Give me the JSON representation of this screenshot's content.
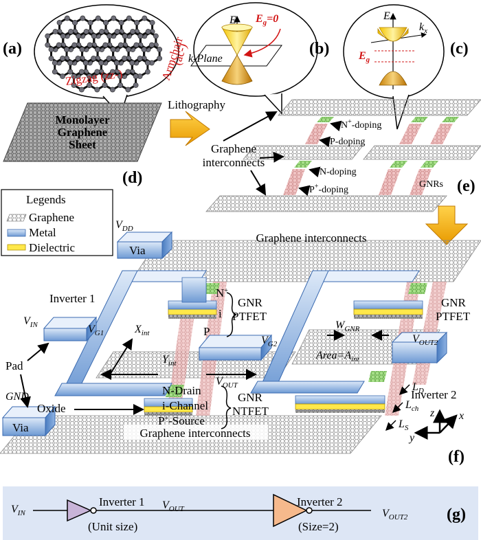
{
  "panels": {
    "a": "(a)",
    "b": "(b)",
    "c": "(c)",
    "d": "(d)",
    "e": "(e)",
    "f": "(f)",
    "g": "(g)"
  },
  "panel_a": {
    "armchair": "Armchair",
    "armchair_abbr": "(ac-)",
    "zigzag": "Zigzag (zz-)",
    "sheet_line1": "Monolayer",
    "sheet_line2": "Graphene",
    "sheet_line3": "Sheet"
  },
  "panel_b": {
    "energy": "E",
    "gap": "E",
    "gap_sub": "g",
    "gap_val": "=0",
    "plane": "k-Plane"
  },
  "panel_c": {
    "energy": "E",
    "kx": "k",
    "kx_sub": "x",
    "gap": "E",
    "gap_sub": "g"
  },
  "panel_d": {
    "lithography": "Lithography",
    "interconnects_line1": "Graphene",
    "interconnects_line2": "interconnects",
    "n_plus": "N",
    "n_plus_sup": "+",
    "n_plus_rest": "-doping",
    "p_doping": "P-doping",
    "n_doping": "N-doping",
    "p_plus": "P",
    "p_plus_sup": "+",
    "p_plus_rest": "-doping",
    "gnrs": "GNRs"
  },
  "legend": {
    "title": "Legends",
    "graphene": "Graphene",
    "metal": "Metal",
    "dielectric": "Dielectric"
  },
  "panel_f": {
    "vdd": "V",
    "vdd_sub": "DD",
    "via_top": "Via",
    "via_bottom": "Via",
    "graphene_top": "Graphene interconnects",
    "graphene_bottom": "Graphene interconnects",
    "inverter1": "Inverter 1",
    "inverter2": "Inverter 2",
    "vin": "V",
    "vin_sub": "IN",
    "vg1": "V",
    "vg1_sub": "G1",
    "vg2": "V",
    "vg2_sub": "G2",
    "xint": "X",
    "xint_sub": "int",
    "yint": "Y",
    "yint_sub": "int",
    "vout": "V",
    "vout_sub": "OUT",
    "vout2": "V",
    "vout2_sub": "OUT2",
    "wgnr": "W",
    "wgnr_sub": "GNR",
    "area": "Area=A",
    "area_sub": "int",
    "pad": "Pad",
    "gnd": "GND",
    "oxide": "Oxide",
    "nplus": "N",
    "nplus_sup": "+",
    "i": "i",
    "p": "P",
    "gnr_ptfet_line1": "GNR",
    "gnr_ptfet_line2": "PTFET",
    "gnr_ptfet2_line1": "GNR",
    "gnr_ptfet2_line2": "PTFET",
    "ndrain": "N-Drain",
    "ichannel": "i-Channel",
    "psource": "P",
    "psource_sup": "+",
    "psource_rest": "-Source",
    "gnr_ntfet_line1": "GNR",
    "gnr_ntfet_line2": "NTFET",
    "ld": "L",
    "ld_sub": "D",
    "lch": "L",
    "lch_sub": "ch",
    "ls": "L",
    "ls_sub": "S",
    "axis_z": "z",
    "axis_x": "x",
    "axis_y": "y"
  },
  "panel_g": {
    "vin": "V",
    "vin_sub": "IN",
    "inverter1": "Inverter 1",
    "unit": "(Unit size)",
    "vout": "V",
    "vout_sub": "OUT",
    "inverter2": "Inverter 2",
    "size2": "(Size=2)",
    "vout2": "V",
    "vout2_sub": "OUT2"
  },
  "colors": {
    "graphene": "#9a9a9a",
    "metal": "#5b8fd0",
    "metal_light": "#c6dbf2",
    "dielectric": "#ffe84a",
    "n_doping": "#8cd66a",
    "p_doping": "#e8a0a0",
    "arrow": "#f5b400",
    "gap_red": "#d21414",
    "bottom_band": "#dde6f5",
    "inv1_fill": "#c8b4d8",
    "inv2_fill": "#f6b98c"
  }
}
